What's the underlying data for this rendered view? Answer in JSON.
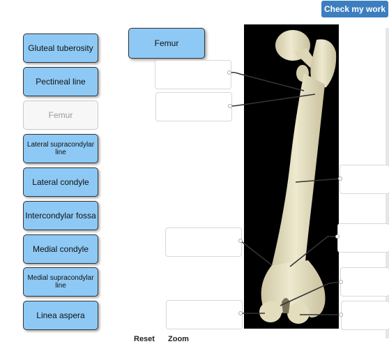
{
  "toolbar": {
    "check_label": "Check my work"
  },
  "bank": {
    "items": [
      {
        "label": "Gluteal tuberosity",
        "used": false
      },
      {
        "label": "Pectineal line",
        "used": false
      },
      {
        "label": "Femur",
        "used": true
      },
      {
        "label": "Lateral supracondylar line",
        "used": false
      },
      {
        "label": "Lateral condyle",
        "used": false
      },
      {
        "label": "Intercondylar fossa",
        "used": false
      },
      {
        "label": "Medial condyle",
        "used": false
      },
      {
        "label": "Medial supracondylar line",
        "used": false
      },
      {
        "label": "Linea aspera",
        "used": false
      }
    ]
  },
  "dragged_card": {
    "label": "Femur"
  },
  "image": {
    "subject": "femur bone, posterior view",
    "background": "#000000",
    "bone_color": "#e8e2c4"
  },
  "drop_zones": [
    {
      "id": "zone-1",
      "value": ""
    },
    {
      "id": "zone-2",
      "value": ""
    },
    {
      "id": "zone-3",
      "value": ""
    },
    {
      "id": "zone-4",
      "value": ""
    },
    {
      "id": "zone-5",
      "value": ""
    },
    {
      "id": "zone-6",
      "value": ""
    },
    {
      "id": "zone-7",
      "value": ""
    },
    {
      "id": "zone-8",
      "value": ""
    }
  ],
  "footer": {
    "reset_label": "Reset",
    "zoom_label": "Zoom"
  },
  "colors": {
    "accent": "#3d7ebf",
    "card": "#8ec9f5"
  }
}
